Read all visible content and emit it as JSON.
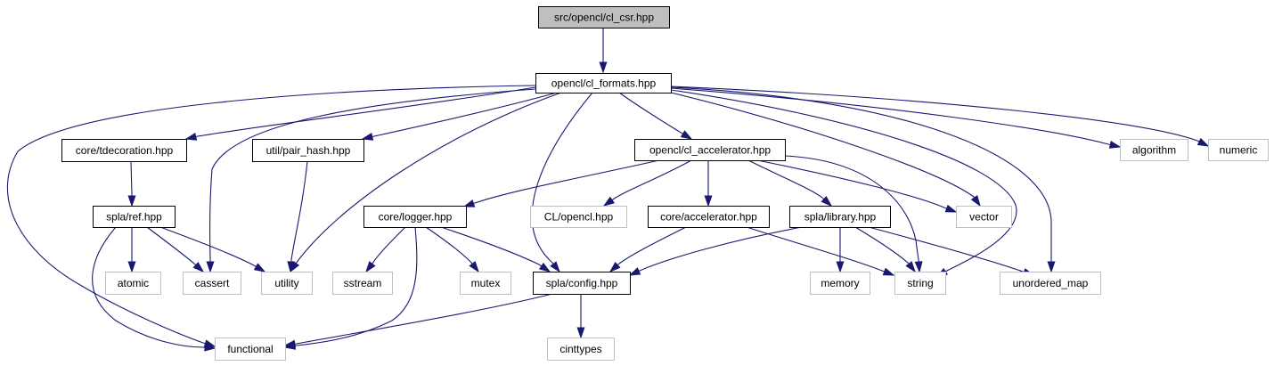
{
  "diagram": {
    "colors": {
      "edge": "#191970",
      "root_fill": "#bfbfbf",
      "header_border": "#000000",
      "system_border": "#bfbfbf",
      "node_fill": "#ffffff"
    },
    "nodes": [
      {
        "id": "cl_csr",
        "label": "src/opencl/cl_csr.hpp",
        "kind": "root"
      },
      {
        "id": "cl_formats",
        "label": "opencl/cl_formats.hpp",
        "kind": "header"
      },
      {
        "id": "tdecoration",
        "label": "core/tdecoration.hpp",
        "kind": "header"
      },
      {
        "id": "pair_hash",
        "label": "util/pair_hash.hpp",
        "kind": "header"
      },
      {
        "id": "cl_accelerator",
        "label": "opencl/cl_accelerator.hpp",
        "kind": "header"
      },
      {
        "id": "algorithm",
        "label": "algorithm",
        "kind": "system"
      },
      {
        "id": "numeric",
        "label": "numeric",
        "kind": "system"
      },
      {
        "id": "ref",
        "label": "spla/ref.hpp",
        "kind": "header"
      },
      {
        "id": "logger",
        "label": "core/logger.hpp",
        "kind": "header"
      },
      {
        "id": "cl_opencl",
        "label": "CL/opencl.hpp",
        "kind": "system"
      },
      {
        "id": "accelerator",
        "label": "core/accelerator.hpp",
        "kind": "header"
      },
      {
        "id": "library",
        "label": "spla/library.hpp",
        "kind": "header"
      },
      {
        "id": "vector",
        "label": "vector",
        "kind": "system"
      },
      {
        "id": "atomic",
        "label": "atomic",
        "kind": "system"
      },
      {
        "id": "cassert",
        "label": "cassert",
        "kind": "system"
      },
      {
        "id": "utility",
        "label": "utility",
        "kind": "system"
      },
      {
        "id": "sstream",
        "label": "sstream",
        "kind": "system"
      },
      {
        "id": "mutex",
        "label": "mutex",
        "kind": "system"
      },
      {
        "id": "config",
        "label": "spla/config.hpp",
        "kind": "header"
      },
      {
        "id": "memory",
        "label": "memory",
        "kind": "system"
      },
      {
        "id": "string",
        "label": "string",
        "kind": "system"
      },
      {
        "id": "unordered_map",
        "label": "unordered_map",
        "kind": "system"
      },
      {
        "id": "functional",
        "label": "functional",
        "kind": "system"
      },
      {
        "id": "cinttypes",
        "label": "cinttypes",
        "kind": "system"
      }
    ],
    "edges": [
      {
        "from": "cl_csr",
        "to": "cl_formats"
      },
      {
        "from": "cl_formats",
        "to": "tdecoration"
      },
      {
        "from": "cl_formats",
        "to": "pair_hash"
      },
      {
        "from": "cl_formats",
        "to": "cl_accelerator"
      },
      {
        "from": "cl_formats",
        "to": "algorithm"
      },
      {
        "from": "cl_formats",
        "to": "numeric"
      },
      {
        "from": "cl_formats",
        "to": "cassert"
      },
      {
        "from": "cl_formats",
        "to": "utility"
      },
      {
        "from": "cl_formats",
        "to": "config"
      },
      {
        "from": "cl_formats",
        "to": "vector"
      },
      {
        "from": "cl_formats",
        "to": "string"
      },
      {
        "from": "cl_formats",
        "to": "unordered_map"
      },
      {
        "from": "cl_formats",
        "to": "functional"
      },
      {
        "from": "tdecoration",
        "to": "ref"
      },
      {
        "from": "pair_hash",
        "to": "utility"
      },
      {
        "from": "cl_accelerator",
        "to": "logger"
      },
      {
        "from": "cl_accelerator",
        "to": "cl_opencl"
      },
      {
        "from": "cl_accelerator",
        "to": "accelerator"
      },
      {
        "from": "cl_accelerator",
        "to": "library"
      },
      {
        "from": "cl_accelerator",
        "to": "vector"
      },
      {
        "from": "cl_accelerator",
        "to": "string"
      },
      {
        "from": "ref",
        "to": "atomic"
      },
      {
        "from": "ref",
        "to": "cassert"
      },
      {
        "from": "ref",
        "to": "utility"
      },
      {
        "from": "ref",
        "to": "functional"
      },
      {
        "from": "logger",
        "to": "sstream"
      },
      {
        "from": "logger",
        "to": "mutex"
      },
      {
        "from": "logger",
        "to": "config"
      },
      {
        "from": "logger",
        "to": "functional"
      },
      {
        "from": "accelerator",
        "to": "config"
      },
      {
        "from": "accelerator",
        "to": "string"
      },
      {
        "from": "library",
        "to": "config"
      },
      {
        "from": "library",
        "to": "memory"
      },
      {
        "from": "library",
        "to": "string"
      },
      {
        "from": "library",
        "to": "unordered_map"
      },
      {
        "from": "config",
        "to": "functional"
      },
      {
        "from": "config",
        "to": "cinttypes"
      }
    ]
  }
}
